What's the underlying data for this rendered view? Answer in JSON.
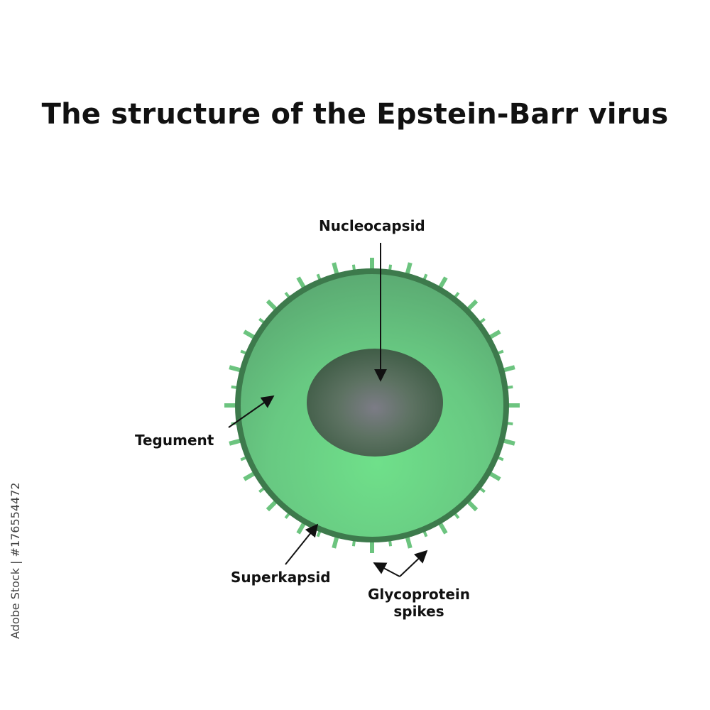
{
  "title": "The structure of the Epstein-Barr virus",
  "labels": {
    "nucleocapsid": "Nucleocapsid",
    "tegument": "Tegument",
    "superkapsid": "Superkapsid",
    "glycoprotein_line1": "Glycoprotein",
    "glycoprotein_line2": "spikes"
  },
  "stock_id": "Adobe Stock | #176554472",
  "colors": {
    "tegument_light": "#6fe08a",
    "tegument_mid": "#5fb878",
    "membrane": "#3d7a4c",
    "spike": "#6cc47f",
    "nucleocapsid_dark": "#3c5d44",
    "nucleocapsid_center": "#7a7f85",
    "arrow": "#111111"
  }
}
